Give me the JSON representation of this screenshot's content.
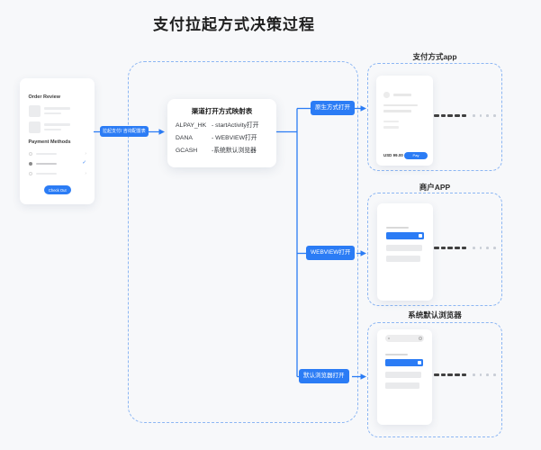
{
  "page": {
    "title": "支付拉起方式决策过程",
    "accent_color": "#2b7cf5",
    "background_color": "#f7f8fa"
  },
  "merchant_checkout": {
    "order_review_label": "Order Review",
    "payment_methods_label": "Payment Methods",
    "selected_check": "✓",
    "row_chevron": "›",
    "checkout_button_label": "Check Out"
  },
  "flow": {
    "launch_edge_label": "拉起支付/ 咨询配置表",
    "mapping_table": {
      "title": "渠道打开方式映射表",
      "rows": [
        {
          "channel": "ALPAY_HK",
          "method": "- startActivity打开"
        },
        {
          "channel": "DANA",
          "method": "- WEBVIEW打开"
        },
        {
          "channel": "GCASH",
          "method": "-系统默认浏览器"
        }
      ]
    },
    "branches": [
      {
        "label": "原生方式打开"
      },
      {
        "label": "WEBVIEW打开"
      },
      {
        "label": "默认浏览器打开"
      }
    ]
  },
  "outcomes": [
    {
      "title": "支付方式app",
      "amount_label": "USD 99.00",
      "pay_button_label": "Pay"
    },
    {
      "title": "商户APP"
    },
    {
      "title": "系统默认浏览器"
    }
  ]
}
